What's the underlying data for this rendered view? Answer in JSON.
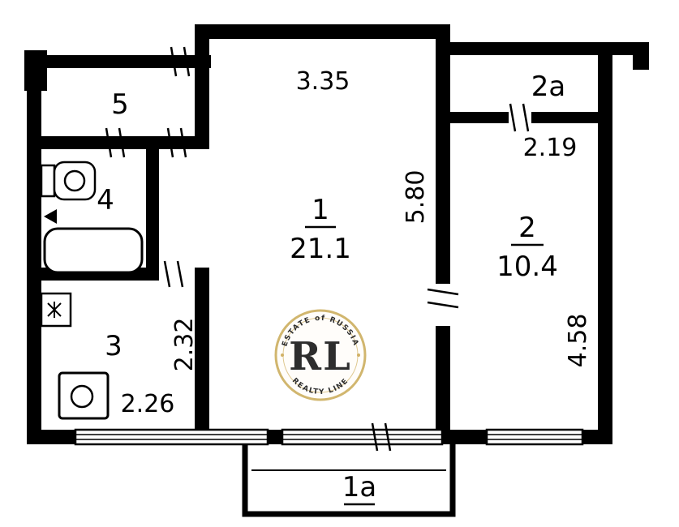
{
  "rooms": {
    "r1": {
      "number": "1",
      "area": "21.1"
    },
    "r2": {
      "number": "2",
      "area": "10.4"
    },
    "r2a": {
      "number": "2a"
    },
    "r3": {
      "number": "3"
    },
    "r4": {
      "number": "4"
    },
    "r5": {
      "number": "5"
    },
    "balcony": {
      "number": "1a"
    }
  },
  "dimensions": {
    "room1_width": "3.35",
    "room1_depth": "5.80",
    "room2_width": "2.19",
    "room2_depth": "4.58",
    "room3_depth": "2.32",
    "room3_width": "2.26"
  },
  "watermark": {
    "monogram": "RL",
    "arc_top": "ESTATE of RUSSIA",
    "arc_bottom": "REALTY LINE",
    "gold": "#c7a045"
  }
}
